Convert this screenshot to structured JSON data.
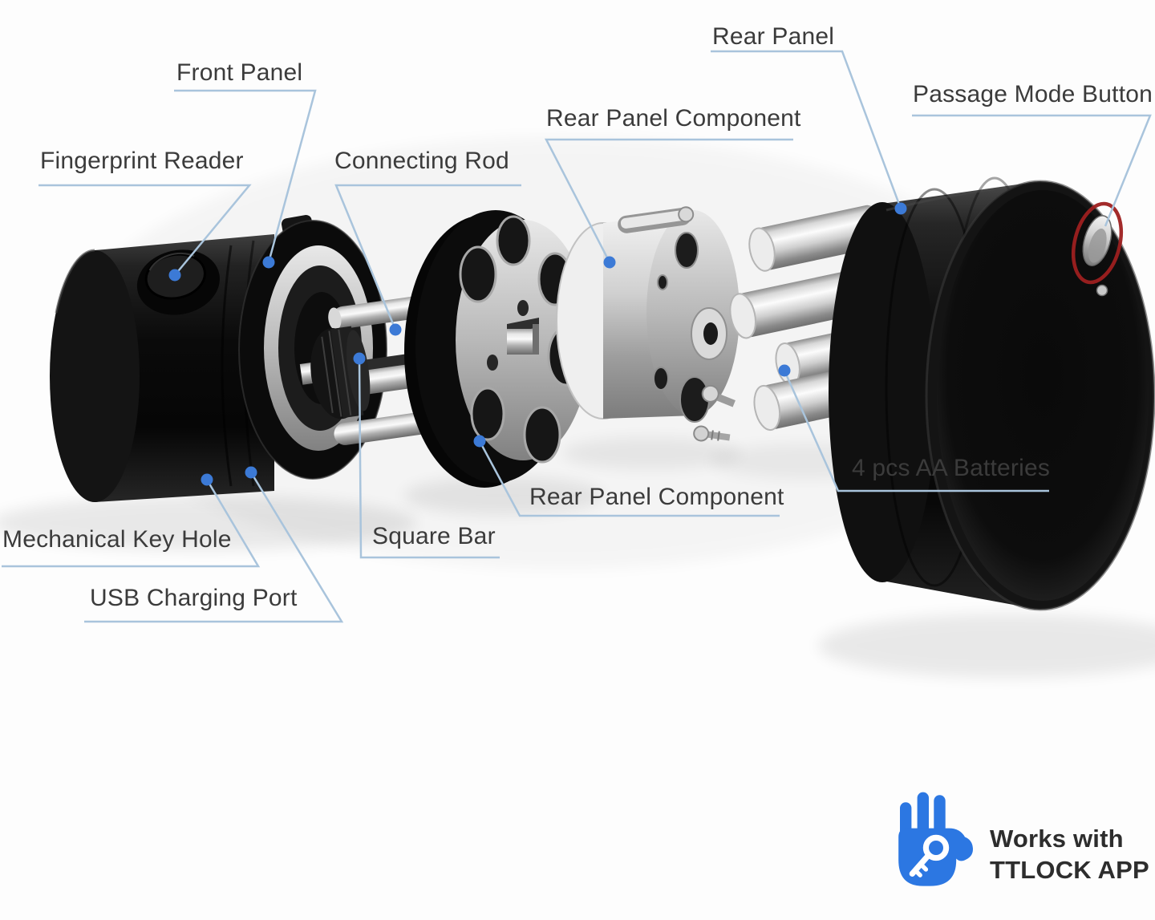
{
  "figure": {
    "type": "exploded-parts-diagram",
    "subject": "smart lock cylinder",
    "background_color": "#fdfdfd",
    "callout_line_color": "#a9c4dc",
    "callout_dot_color": "#3c7ad6",
    "label_text_color": "#3b3b3b",
    "highlight_ring_color": "#9e2020"
  },
  "callouts": [
    {
      "id": "front-panel",
      "text": "Front Panel"
    },
    {
      "id": "fingerprint-reader",
      "text": "Fingerprint Reader"
    },
    {
      "id": "connecting-rod",
      "text": "Connecting Rod"
    },
    {
      "id": "rear-panel-component-top",
      "text": "Rear Panel Component"
    },
    {
      "id": "rear-panel",
      "text": "Rear Panel"
    },
    {
      "id": "passage-mode-button",
      "text": "Passage Mode Button"
    },
    {
      "id": "mechanical-key-hole",
      "text": "Mechanical Key Hole"
    },
    {
      "id": "usb-charging-port",
      "text": "USB Charging Port"
    },
    {
      "id": "square-bar",
      "text": "Square Bar"
    },
    {
      "id": "rear-panel-component-bottom",
      "text": "Rear Panel Component"
    },
    {
      "id": "aa-batteries",
      "text": "4 pcs AA Batteries"
    }
  ],
  "badge": {
    "line1": "Works with",
    "line2": "TTLOCK APP",
    "hand_color": "#2c77e2",
    "icon": "hand-with-key-icon"
  }
}
